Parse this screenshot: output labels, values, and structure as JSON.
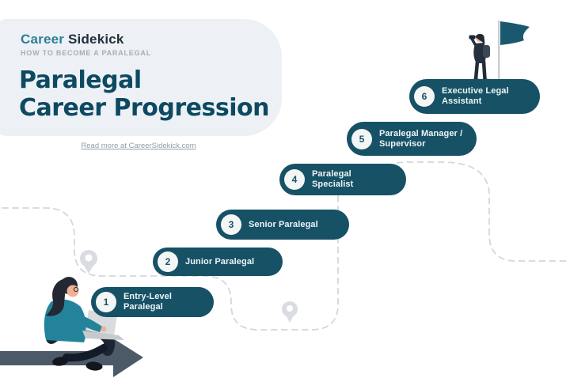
{
  "brand": {
    "word1": "Career",
    "word2": " Sidekick",
    "tagline": "HOW TO BECOME A PARALEGAL"
  },
  "title": {
    "line1": "Paralegal",
    "line2": "Career Progression"
  },
  "link_text": "Read more at CareerSidekick.com",
  "steps": [
    {
      "number": "1",
      "label": "Entry-Level Paralegal"
    },
    {
      "number": "2",
      "label": "Junior Paralegal"
    },
    {
      "number": "3",
      "label": "Senior Paralegal"
    },
    {
      "number": "4",
      "label": "Paralegal Specialist"
    },
    {
      "number": "5",
      "label": "Paralegal Manager / Supervisor"
    },
    {
      "number": "6",
      "label": "Executive Legal Assistant"
    }
  ],
  "icons": [
    "location-pin-icon",
    "forward-arrow-icon",
    "flag-icon",
    "seated-person-with-laptop",
    "climber-with-binoculars"
  ],
  "colors": {
    "badge_teal": "#175166",
    "brand_teal": "#2e7f96",
    "brand_navy": "#22303c",
    "title_teal": "#0d4a61",
    "card_bg": "#edf1f5",
    "muted_gray": "#a7aeb5",
    "dashed_path": "#d2d7db",
    "pin_gray": "#d9dde1",
    "arrow_slate": "#4b5a66",
    "flag_teal": "#1a5870"
  }
}
